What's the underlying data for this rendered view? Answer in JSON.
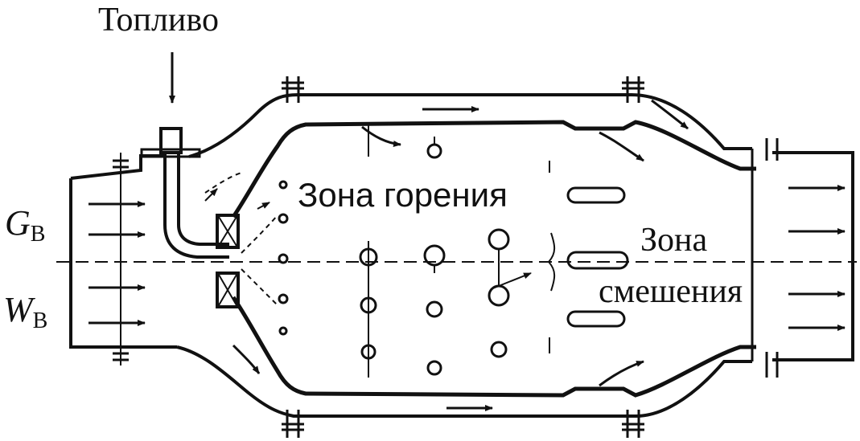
{
  "labels": {
    "fuel": "Топливо",
    "combustion_zone": "Зона горения",
    "mixing_zone_line1": "Зона",
    "mixing_zone_line2": "смешения",
    "air_flow_symbol": "G",
    "air_flow_subscript": "В",
    "air_velocity_symbol": "W",
    "air_velocity_subscript": "В"
  },
  "colors": {
    "line": "#111111",
    "background": "#ffffff"
  }
}
